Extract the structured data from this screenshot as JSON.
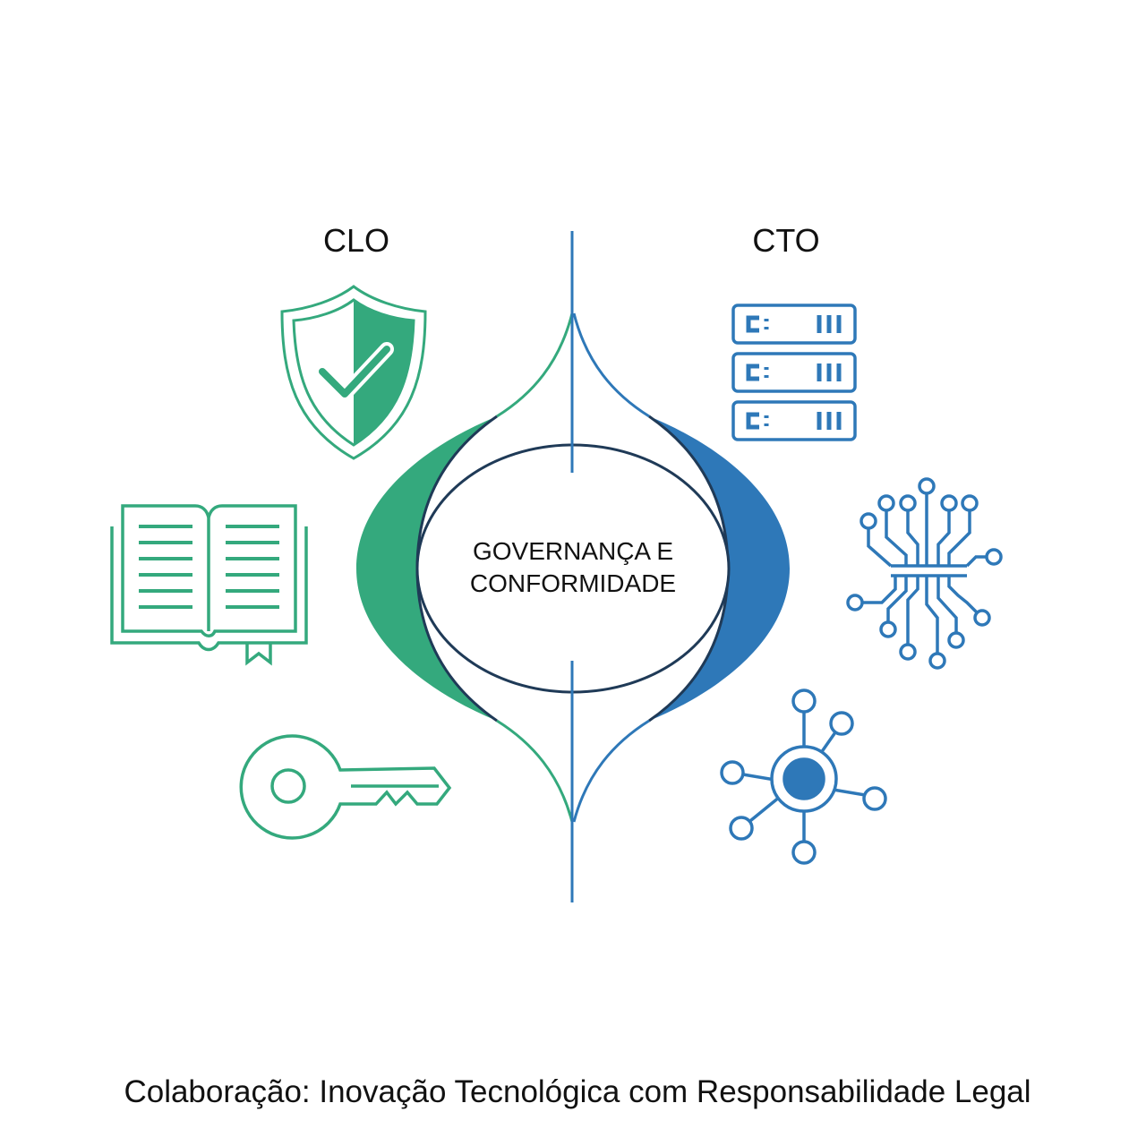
{
  "left_label": "CLO",
  "right_label": "CTO",
  "center": {
    "line1": "GOVERNANÇA E",
    "line2": "CONFORMIDADE"
  },
  "caption": "Colaboração: Inovação Tecnológica com Responsabilidade Legal",
  "colors": {
    "green": "#34a97d",
    "blue": "#2e78b8",
    "navy": "#1f3a57"
  },
  "icons_left": [
    "shield-check-icon",
    "open-book-icon",
    "key-icon"
  ],
  "icons_right": [
    "server-rack-icon",
    "circuit-chip-icon",
    "network-node-icon"
  ]
}
